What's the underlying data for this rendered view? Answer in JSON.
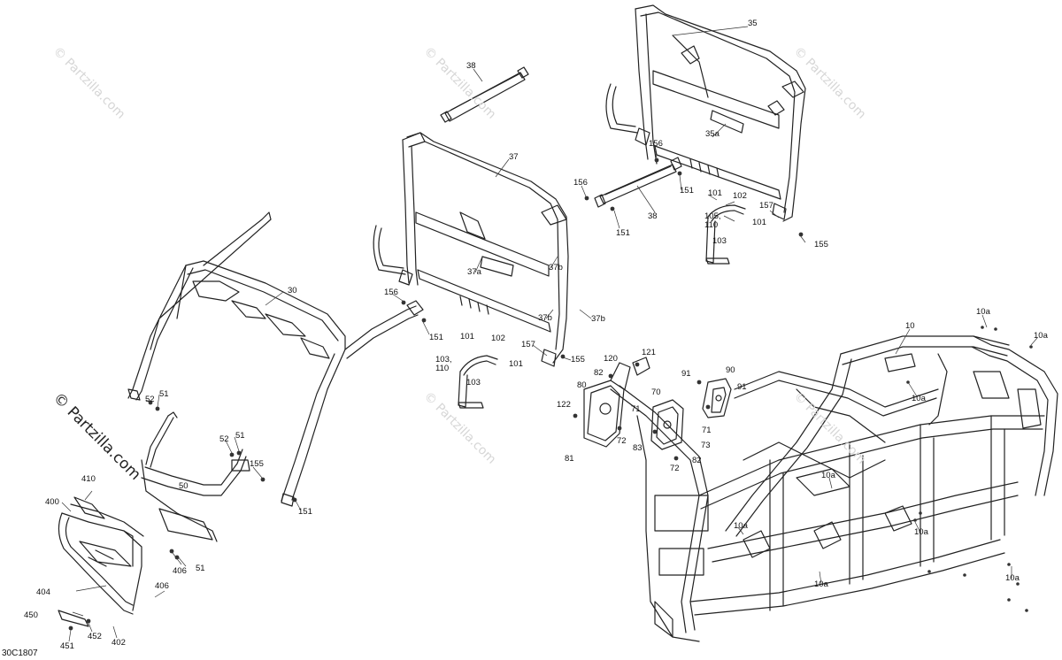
{
  "diagram_code": "30C1807",
  "watermark": "© Partzilla.com",
  "callouts": [
    "35",
    "38",
    "35a",
    "156",
    "151",
    "156",
    "151",
    "38",
    "101",
    "102",
    "105,\n110",
    "101",
    "157",
    "103",
    "155",
    "37",
    "37a",
    "37b",
    "156",
    "151",
    "37b",
    "37b",
    "101",
    "102",
    "103,\n110",
    "101",
    "103",
    "157",
    "155",
    "30",
    "51",
    "52",
    "52",
    "51",
    "155",
    "50",
    "151",
    "410",
    "400",
    "404",
    "406",
    "406",
    "51",
    "450",
    "452",
    "402",
    "451",
    "120",
    "121",
    "82",
    "80",
    "122",
    "71",
    "72",
    "83",
    "81",
    "70",
    "72",
    "82",
    "91",
    "90",
    "91",
    "71",
    "73",
    "10",
    "10a",
    "10a",
    "10a",
    "10a",
    "10a",
    "10a",
    "10a",
    "10a"
  ]
}
